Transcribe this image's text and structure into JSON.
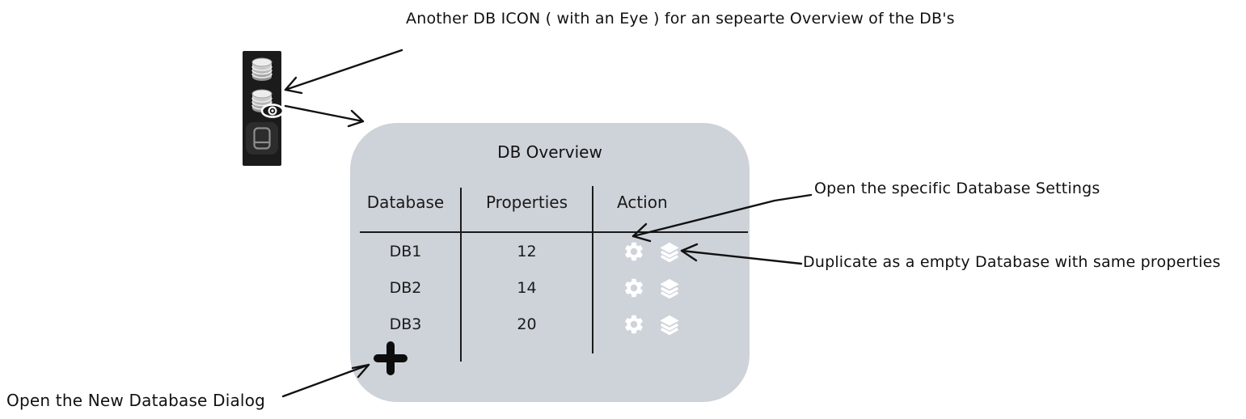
{
  "annotations": {
    "toolbar_note": "Another DB ICON ( with an Eye ) for an sepearte Overview of the DB's",
    "settings_note": "Open the specific Database Settings",
    "duplicate_note": "Duplicate as a empty Database with same properties",
    "new_db_note": "Open the New Database Dialog"
  },
  "toolbar": {
    "icons": [
      "database-icon",
      "database-eye-overview-icon",
      "journal-icon"
    ]
  },
  "panel": {
    "title": "DB Overview",
    "table": {
      "columns": [
        "Database",
        "Properties",
        "Action"
      ],
      "rows": [
        {
          "database": "DB1",
          "properties": "12",
          "actions": [
            "gear-icon",
            "layers-icon"
          ]
        },
        {
          "database": "DB2",
          "properties": "14",
          "actions": [
            "gear-icon",
            "layers-icon"
          ]
        },
        {
          "database": "DB3",
          "properties": "20",
          "actions": [
            "gear-icon",
            "layers-icon"
          ]
        }
      ],
      "add_icon": "plus-icon"
    }
  },
  "colors": {
    "panel_bg": "#ced3da",
    "toolbar_bg": "#1b1b1b",
    "ink": "#1a1a1a",
    "icon_white": "#ffffff"
  }
}
